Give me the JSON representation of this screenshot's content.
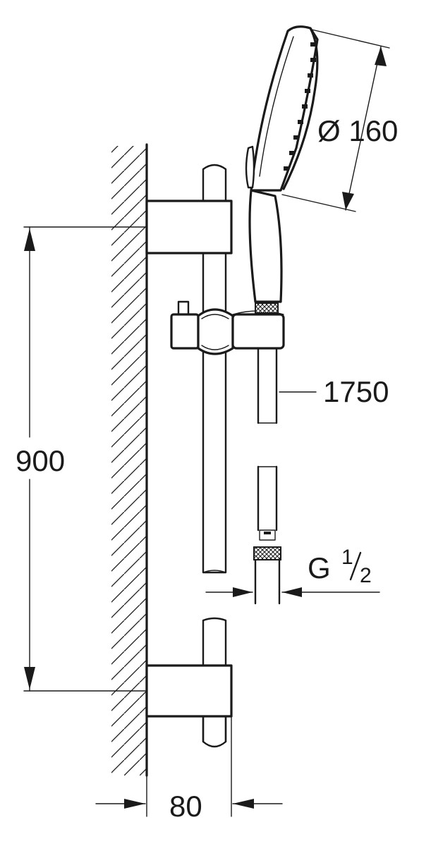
{
  "dimensions": {
    "head_diameter": "Ø 160",
    "hose_length": "1750",
    "bar_height": "900",
    "wall_distance": "80",
    "thread_main": "G",
    "thread_num": "1",
    "thread_den": "2"
  }
}
